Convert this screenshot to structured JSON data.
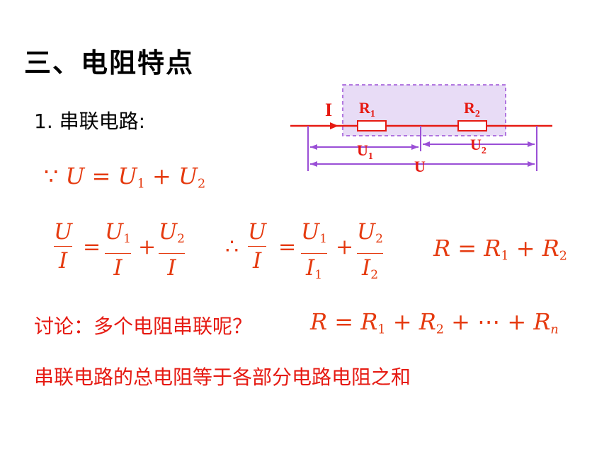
{
  "slide": {
    "title": "三、电阻特点",
    "subtitle": "1. 串联电路:",
    "circuit": {
      "current_label": "I",
      "r1_label": "R",
      "r1_sub": "1",
      "r2_label": "R",
      "r2_sub": "2",
      "u1_label": "U",
      "u1_sub": "1",
      "u2_label": "U",
      "u2_sub": "2",
      "u_label": "U",
      "wire_color": "#e61a12",
      "measure_color": "#9a4fd6",
      "shade_color": "#e8dcf6"
    },
    "eq1": {
      "because": "∵",
      "lhs": "U",
      "eq": "=",
      "t1": "U",
      "t1_sub": "1",
      "plus": "+",
      "t2": "U",
      "t2_sub": "2"
    },
    "eq2": {
      "num": "U",
      "den": "I",
      "eq": "=",
      "f2_num": "U",
      "f2_num_sub": "1",
      "f2_den": "I",
      "plus": "+",
      "f3_num": "U",
      "f3_num_sub": "2",
      "f3_den": "I"
    },
    "eq3": {
      "therefore": "∴",
      "num": "U",
      "den": "I",
      "eq": "=",
      "f2_num": "U",
      "f2_num_sub": "1",
      "f2_den": "I",
      "f2_den_sub": "1",
      "plus": "+",
      "f3_num": "U",
      "f3_num_sub": "2",
      "f3_den": "I",
      "f3_den_sub": "2"
    },
    "eq4": {
      "lhs": "R",
      "eq": "=",
      "t1": "R",
      "t1_sub": "1",
      "plus": "+",
      "t2": "R",
      "t2_sub": "2"
    },
    "discussion": {
      "question": "讨论：多个电阻串联呢？",
      "lhs": "R",
      "eq": "=",
      "t1": "R",
      "t1_sub": "1",
      "plus1": "+",
      "t2": "R",
      "t2_sub": "2",
      "plus2": "+",
      "dots": "⋯",
      "plus3": "+",
      "tn": "R",
      "tn_sub": "n"
    },
    "conclusion": "串联电路的总电阻等于各部分电路电阻之和",
    "accent_color": "#e61a12"
  }
}
